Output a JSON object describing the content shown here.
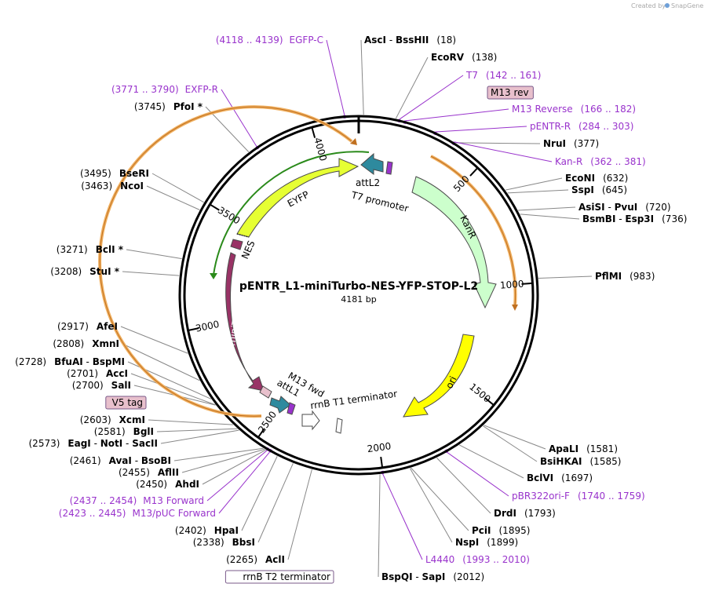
{
  "credit": {
    "prefix": "Created by",
    "brand": "SnapGene"
  },
  "plasmid": {
    "name": "pENTR_L1-miniTurbo-NES-YFP-STOP-L2",
    "size": "4181 bp",
    "length_bp": 4181
  },
  "ticks": [
    "500",
    "1000",
    "1500",
    "2000",
    "2500",
    "3000",
    "3500",
    "4000"
  ],
  "right_labels": [
    {
      "enzymes": [
        {
          "name": "AscI",
          "star": false
        },
        {
          "name": "BssHII",
          "star": false
        }
      ],
      "num": "(18)"
    },
    {
      "enzymes": [
        {
          "name": "EcoRV",
          "star": false
        }
      ],
      "num": "(138)"
    },
    {
      "primer": "T7",
      "range": "(142 .. 161)"
    },
    {
      "boxed": "M13 rev"
    },
    {
      "primer": "M13 Reverse",
      "range": "(166 .. 182)"
    },
    {
      "primer": "pENTR-R",
      "range": "(284 .. 303)"
    },
    {
      "enzymes": [
        {
          "name": "NruI",
          "star": false
        }
      ],
      "num": "(377)"
    },
    {
      "primer": "Kan-R",
      "range": "(362 .. 381)"
    },
    {
      "enzymes": [
        {
          "name": "EcoNI",
          "star": false
        }
      ],
      "num": "(632)"
    },
    {
      "enzymes": [
        {
          "name": "SspI",
          "star": false
        }
      ],
      "num": "(645)"
    },
    {
      "enzymes": [
        {
          "name": "AsiSI",
          "star": false
        },
        {
          "name": "PvuI",
          "star": false
        }
      ],
      "num": "(720)"
    },
    {
      "enzymes": [
        {
          "name": "BsmBI",
          "star": false
        },
        {
          "name": "Esp3I",
          "star": false
        }
      ],
      "num": "(736)"
    },
    {
      "enzymes": [
        {
          "name": "PflMI",
          "star": false
        }
      ],
      "num": "(983)"
    },
    {
      "enzymes": [
        {
          "name": "ApaLI",
          "star": false
        }
      ],
      "num": "(1581)"
    },
    {
      "enzymes": [
        {
          "name": "BsiHKAI",
          "star": false
        }
      ],
      "num": "(1585)"
    },
    {
      "enzymes": [
        {
          "name": "BclVI",
          "star": false
        }
      ],
      "num": "(1697)"
    },
    {
      "primer": "pBR322ori-F",
      "range": "(1740 .. 1759)"
    },
    {
      "enzymes": [
        {
          "name": "DrdI",
          "star": false
        }
      ],
      "num": "(1793)"
    },
    {
      "enzymes": [
        {
          "name": "PciI",
          "star": false
        }
      ],
      "num": "(1895)"
    },
    {
      "enzymes": [
        {
          "name": "NspI",
          "star": false
        }
      ],
      "num": "(1899)"
    },
    {
      "primer": "L4440",
      "range": "(1993 .. 2010)"
    },
    {
      "enzymes": [
        {
          "name": "BspQI",
          "star": false
        },
        {
          "name": "SapI",
          "star": false
        }
      ],
      "num": "(2012)"
    }
  ],
  "left_labels": [
    {
      "primer": "EGFP-C",
      "range": "(4118 .. 4139)"
    },
    {
      "primer": "EXFP-R",
      "range": "(3771 .. 3790)"
    },
    {
      "enzymes": [
        {
          "name": "PfoI",
          "star": true
        }
      ],
      "num": "(3745)"
    },
    {
      "enzymes": [
        {
          "name": "BseRI",
          "star": false
        }
      ],
      "num": "(3495)"
    },
    {
      "enzymes": [
        {
          "name": "NcoI",
          "star": false
        }
      ],
      "num": "(3463)"
    },
    {
      "enzymes": [
        {
          "name": "BclI",
          "star": true
        }
      ],
      "num": "(3271)"
    },
    {
      "enzymes": [
        {
          "name": "StuI",
          "star": true
        }
      ],
      "num": "(3208)"
    },
    {
      "enzymes": [
        {
          "name": "AfeI",
          "star": false
        }
      ],
      "num": "(2917)"
    },
    {
      "enzymes": [
        {
          "name": "XmnI",
          "star": false
        }
      ],
      "num": "(2808)"
    },
    {
      "enzymes": [
        {
          "name": "BfuAI",
          "star": false
        },
        {
          "name": "BspMI",
          "star": false
        }
      ],
      "num": "(2728)"
    },
    {
      "enzymes": [
        {
          "name": "AccI",
          "star": false
        }
      ],
      "num": "(2701)"
    },
    {
      "enzymes": [
        {
          "name": "SalI",
          "star": false
        }
      ],
      "num": "(2700)"
    },
    {
      "boxed": "V5 tag"
    },
    {
      "enzymes": [
        {
          "name": "XcmI",
          "star": false
        }
      ],
      "num": "(2603)"
    },
    {
      "enzymes": [
        {
          "name": "BglI",
          "star": false
        }
      ],
      "num": "(2581)"
    },
    {
      "enzymes": [
        {
          "name": "EagI",
          "star": false
        },
        {
          "name": "NotI",
          "star": false
        },
        {
          "name": "SacII",
          "star": false
        }
      ],
      "num": "(2573)"
    },
    {
      "enzymes": [
        {
          "name": "AvaI",
          "star": false
        },
        {
          "name": "BsoBI",
          "star": false
        }
      ],
      "num": "(2461)"
    },
    {
      "enzymes": [
        {
          "name": "AflII",
          "star": false
        }
      ],
      "num": "(2455)"
    },
    {
      "enzymes": [
        {
          "name": "AhdI",
          "star": false
        }
      ],
      "num": "(2450)"
    },
    {
      "primer": "M13 Forward",
      "range": "(2437 .. 2454)"
    },
    {
      "primer": "M13/pUC Forward",
      "range": "(2423 .. 2445)"
    },
    {
      "enzymes": [
        {
          "name": "HpaI",
          "star": false
        }
      ],
      "num": "(2402)"
    },
    {
      "enzymes": [
        {
          "name": "BbsI",
          "star": false
        }
      ],
      "num": "(2338)"
    },
    {
      "enzymes": [
        {
          "name": "AclI",
          "star": false
        }
      ],
      "num": "(2265)"
    },
    {
      "boxed": "rrnB T2 terminator"
    }
  ],
  "features": [
    {
      "name": "EYFP",
      "color": "#e6ff33"
    },
    {
      "name": "KanR",
      "color": "#ccffcc"
    },
    {
      "name": "ori",
      "color": "#ffff00"
    },
    {
      "name": "miniTurbo",
      "color": "#993366"
    },
    {
      "name": "NES",
      "color": "#993366"
    },
    {
      "name": "attL2",
      "color": "#2e8a9e"
    },
    {
      "name": "attL1",
      "color": "#2e8a9e"
    },
    {
      "name": "T7 promoter",
      "color": "#ffffff"
    },
    {
      "name": "M13 fwd",
      "color": "#9933cc"
    },
    {
      "name": "rrnB T1 terminator",
      "color": "#ffffff"
    }
  ],
  "colors": {
    "primer": "#9933cc",
    "enzyme": "#000000",
    "ring": "#000000",
    "orange_arc": "#f0b060",
    "green_arc": "#2a8a1a",
    "boxed_fill": "#e8c0cc"
  }
}
